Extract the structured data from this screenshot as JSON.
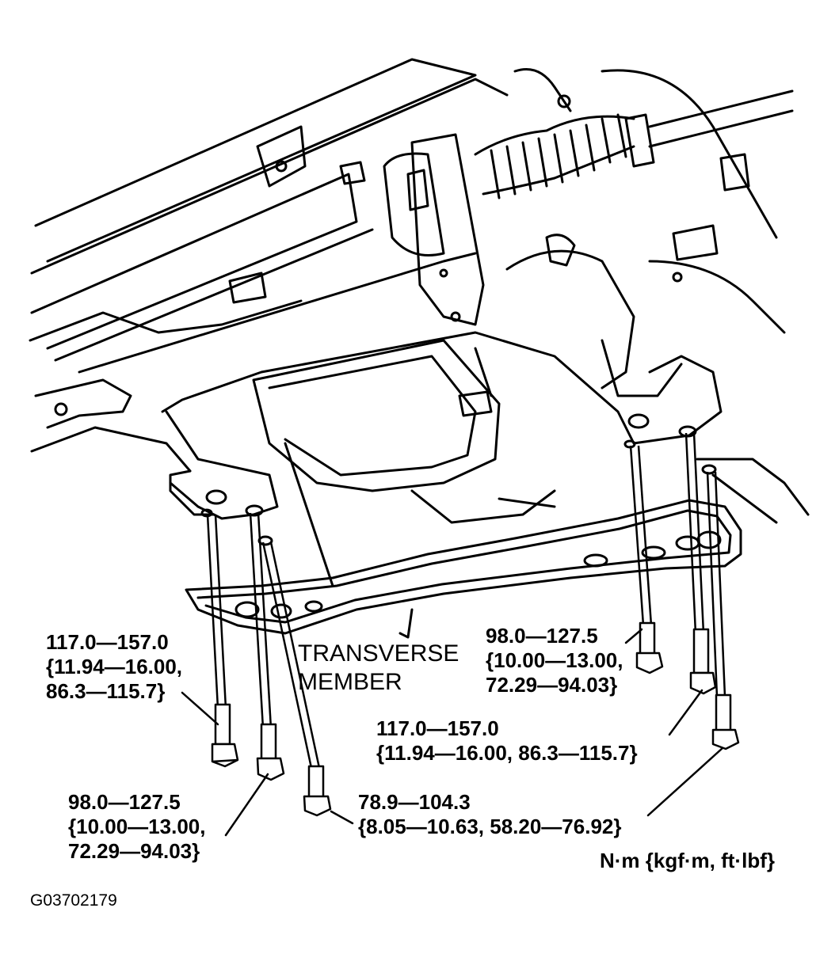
{
  "figure_id": "G03702179",
  "part_label": [
    "TRANSVERSE",
    "MEMBER"
  ],
  "units_label": "N·m {kgf·m, ft·lbf}",
  "torque_specs": {
    "left_upper": [
      "117.0—157.0",
      "{11.94—16.00,",
      "86.3—115.7}"
    ],
    "left_lower": [
      "98.0—127.5",
      "{10.00—13.00,",
      "72.29—94.03}"
    ],
    "center": [
      "78.9—104.3",
      "{8.05—10.63, 58.20—76.92}"
    ],
    "right_upper": [
      "98.0—127.5",
      "{10.00—13.00,",
      "72.29—94.03}"
    ],
    "right_middle": [
      "117.0—157.0",
      "{11.94—16.00, 86.3—115.7}"
    ]
  },
  "colors": {
    "ink": "#000000",
    "paper": "#ffffff"
  }
}
